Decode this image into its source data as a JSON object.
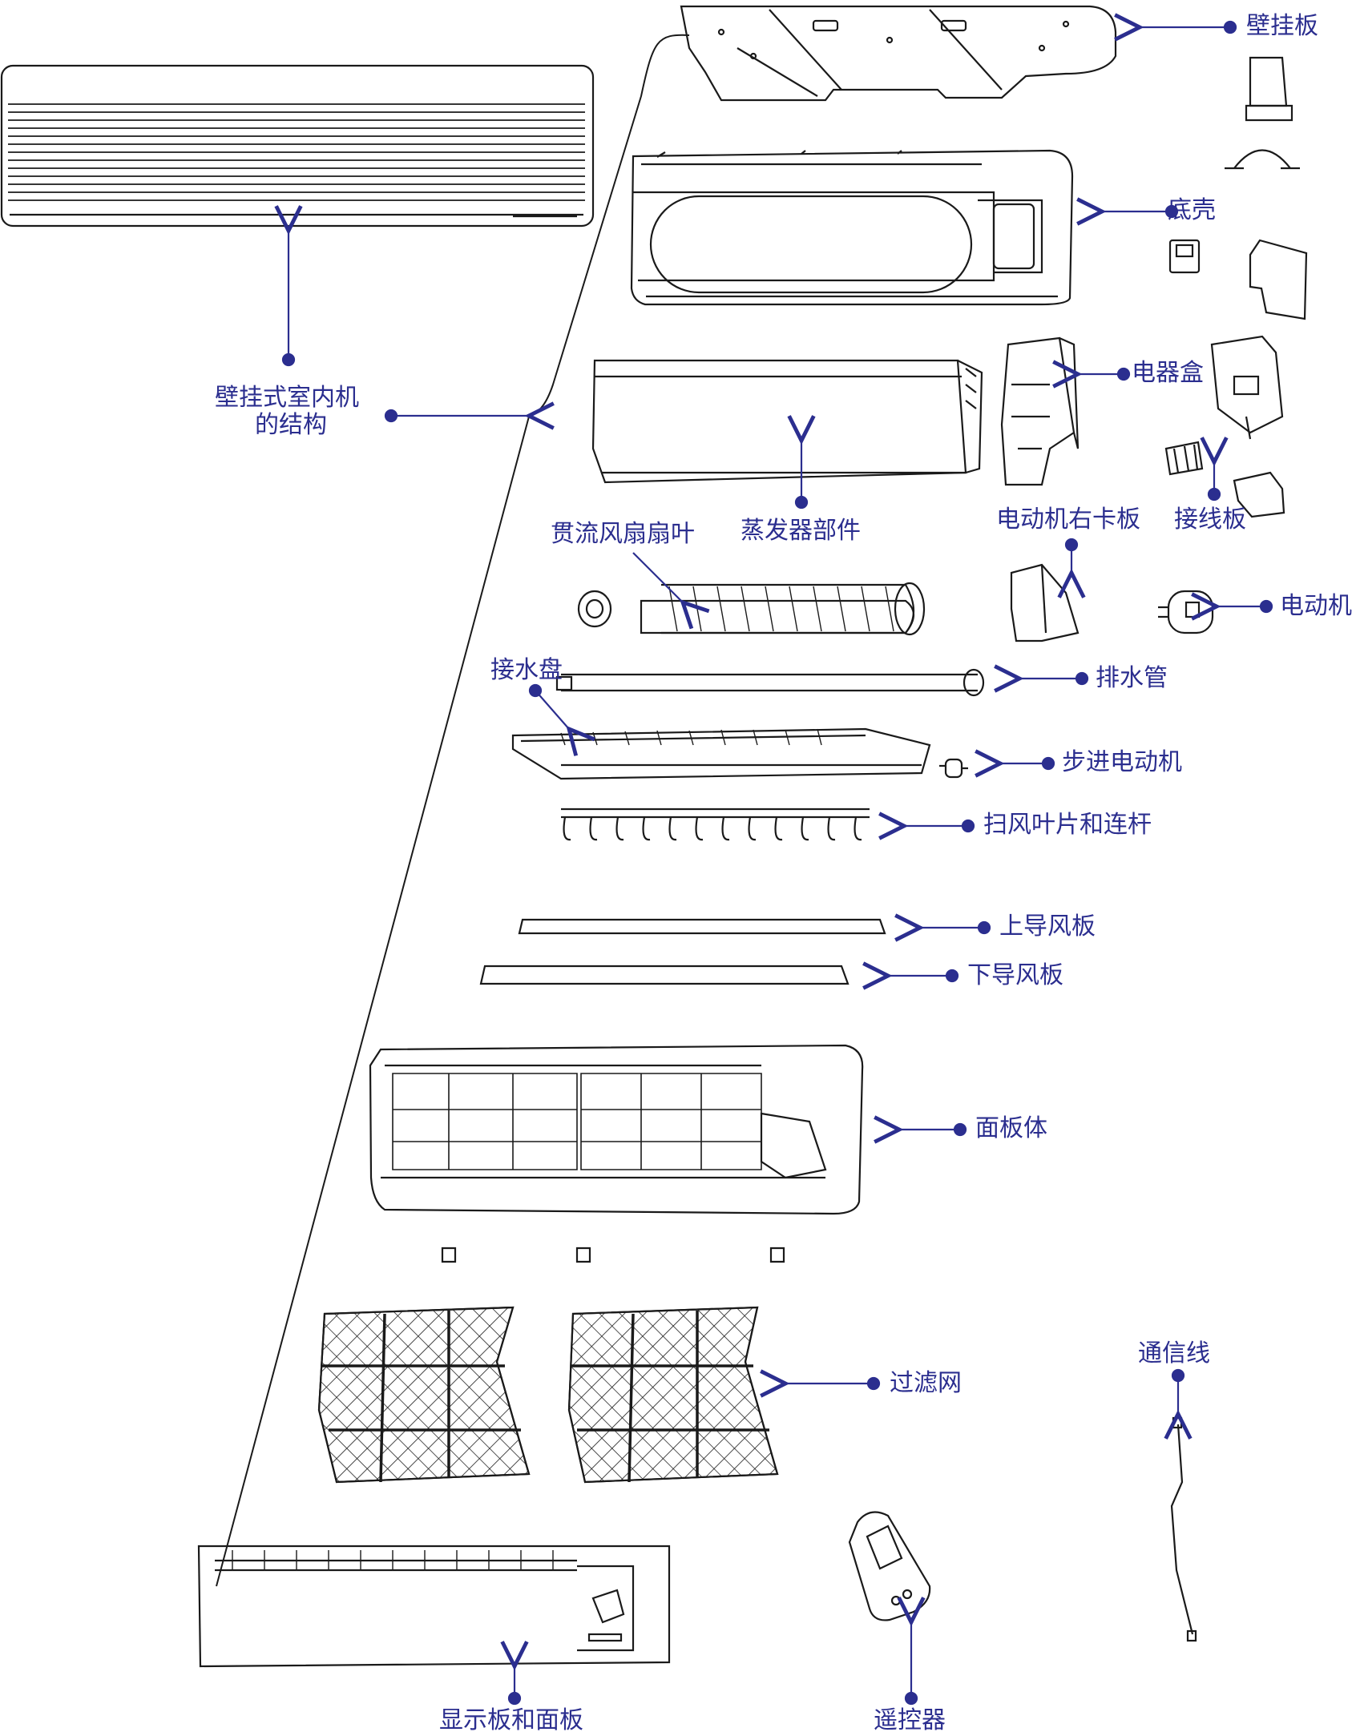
{
  "colors": {
    "line": "#1a1a1a",
    "label": "#2b2e8f"
  },
  "labels": {
    "wall_plate": "壁挂板",
    "base_shell": "底壳",
    "electric_box": "电器盒",
    "evaporator": "蒸发器部件",
    "motor_right_clip": "电动机右卡板",
    "terminal_board": "接线板",
    "crossflow_fan": "贯流风扇扇叶",
    "motor": "电动机",
    "drain_tray": "接水盘",
    "drain_pipe": "排水管",
    "stepper_motor": "步进电动机",
    "swing_blades": "扫风叶片和连杆",
    "upper_deflector": "上导风板",
    "lower_deflector": "下导风板",
    "panel_body": "面板体",
    "filter": "过滤网",
    "comm_cable": "通信线",
    "indoor_unit_structure_line1": "壁挂式室内机",
    "indoor_unit_structure_line2": "的结构",
    "display_panel": "显示板和面板",
    "remote_control": "遥控器"
  }
}
